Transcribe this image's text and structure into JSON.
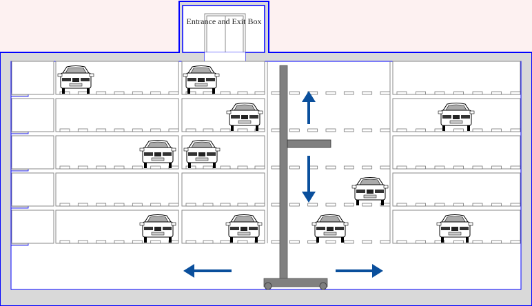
{
  "entrance_box": {
    "label": "Entrance and Exit Box"
  },
  "colors": {
    "outline": "#0000ff",
    "wall": "#d9d9d9",
    "lift": "#808080",
    "arrow": "#0a4f9c",
    "background": "#fdf1f1"
  },
  "arrows": [
    "up",
    "down",
    "left",
    "right"
  ]
}
